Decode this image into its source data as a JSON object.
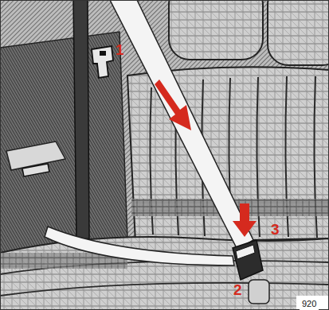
{
  "diagram": {
    "labels": [
      "1",
      "3",
      "2",
      "920"
    ]
  }
}
